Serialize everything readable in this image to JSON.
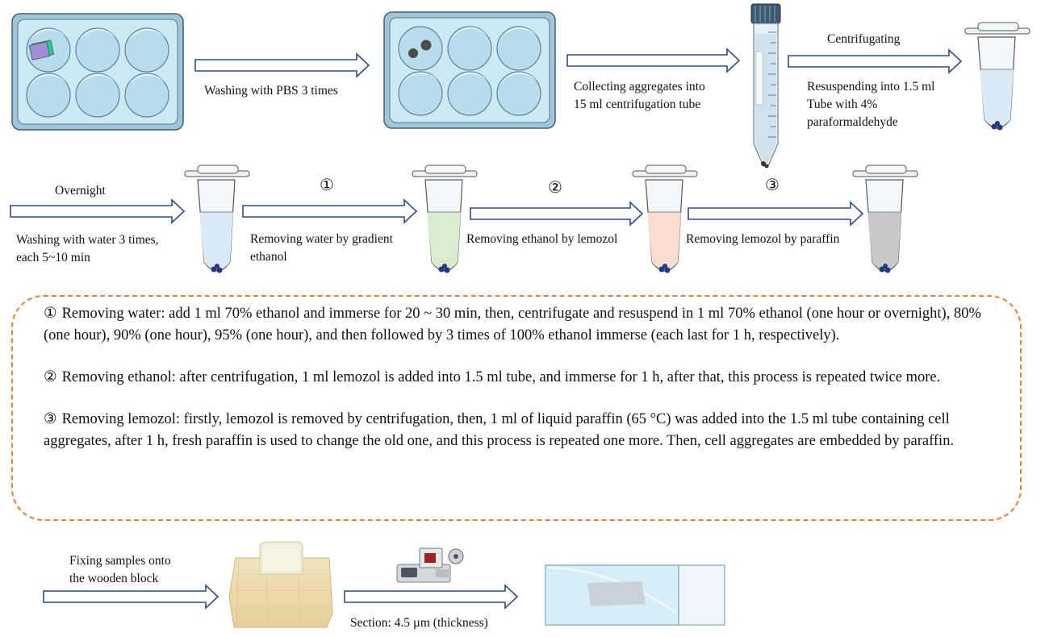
{
  "steps": {
    "wash_pbs": "Washing with PBS 3 times",
    "collect_line1": "Collecting aggregates into",
    "collect_line2": "15 ml centrifugation tube",
    "centrifuging": "Centrifugating",
    "resuspend_line1": "Resuspending into 1.5 ml",
    "resuspend_line2": "Tube with 4%",
    "resuspend_line3": "paraformaldehyde",
    "overnight": "Overnight",
    "wash_water_line1": "Washing with water 3 times,",
    "wash_water_line2": "each 5~10 min",
    "remove_water_line1": "Removing water by gradient",
    "remove_water_line2": "ethanol",
    "remove_ethanol": "Removing ethanol by lemozol",
    "remove_lemozol": "Removing lemozol by paraffin",
    "fixing_line1": "Fixing samples onto",
    "fixing_line2": "the wooden block",
    "section": "Section: 4.5 µm (thickness)"
  },
  "markers": [
    "①",
    "②",
    "③"
  ],
  "protocol": [
    {
      "marker": "①",
      "text": "Removing water: add 1 ml 70% ethanol and immerse for 20 ~ 30 min, then, centrifugate and resuspend in 1 ml 70% ethanol (one hour or overnight), 80% (one hour), 90% (one hour), 95% (one hour), and then followed by 3 times of 100% ethanol immerse (each last for 1 h, respectively)."
    },
    {
      "marker": "②",
      "text": "Removing ethanol: after centrifugation, 1 ml lemozol is added into 1.5 ml tube, and immerse for 1 h, after that, this process is repeated twice more."
    },
    {
      "marker": "③",
      "text": "Removing lemozol: firstly, lemozol is removed by centrifugation, then, 1 ml of liquid paraffin (65 °C) was added into the 1.5 ml tube containing cell aggregates, after 1 h, fresh paraffin is used to change the old one, and this process is repeated one more. Then, cell aggregates are embedded by paraffin."
    }
  ],
  "colors": {
    "plate_frame": "#c4e3f0",
    "well": "#bfe0ef",
    "arrow_outline": "#2f4b8c",
    "dashed_border": "#ed7d31",
    "tube_pbs": "#dbeaf7",
    "tube_ethanol": "#d9ecd0",
    "tube_lemozol": "#f8dccd",
    "tube_paraffin": "#c9c9c9",
    "wood_block": "#efdcb1"
  }
}
